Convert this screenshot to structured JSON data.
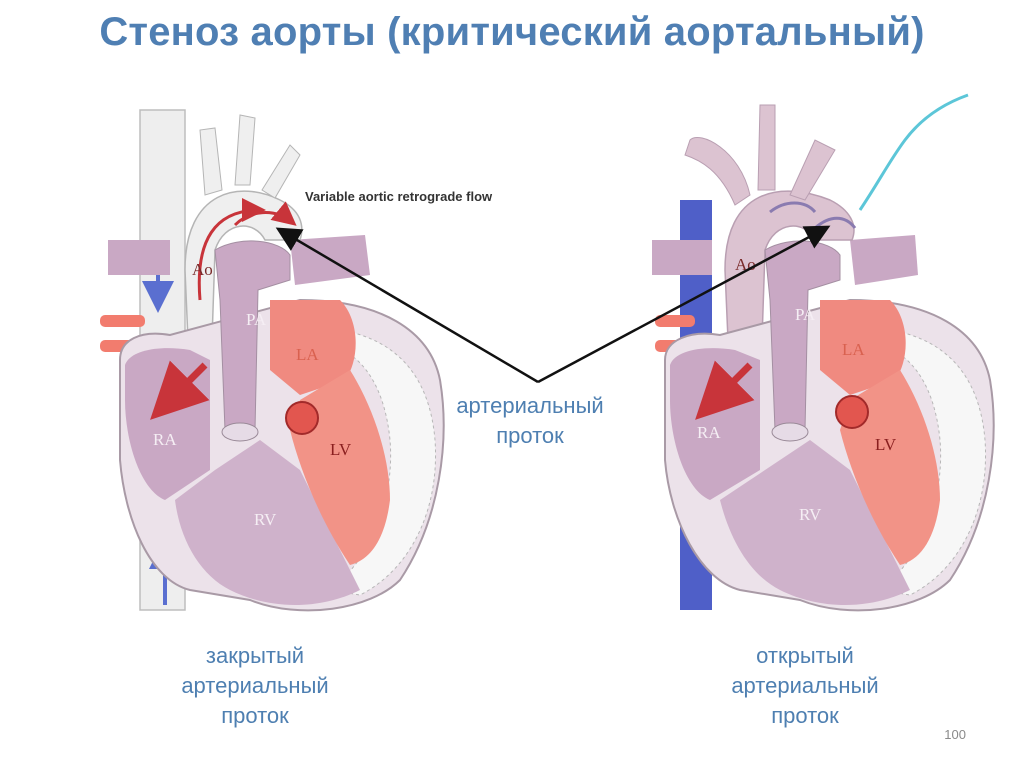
{
  "title": "Стеноз аорты (критический аортальный)",
  "annotation": "Variable aortic retrograde flow",
  "left_heart": {
    "labels": {
      "ao": "Ao",
      "pa": "PA",
      "la": "LA",
      "ra": "RA",
      "lv": "LV",
      "rv": "RV"
    }
  },
  "right_heart": {
    "labels": {
      "ao": "Ao",
      "pa": "PA",
      "la": "LA",
      "ra": "RA",
      "lv": "LV",
      "rv": "RV"
    }
  },
  "center_caption": {
    "line1": "артериальный",
    "line2": "проток"
  },
  "left_caption": {
    "line1": "закрытый",
    "line2": "артериальный",
    "line3": "проток"
  },
  "right_caption": {
    "line1": "открытый",
    "line2": "артериальный",
    "line3": "проток"
  },
  "page_number": "100",
  "colors": {
    "title": "#4f7fb3",
    "caption": "#4e7fb1",
    "chamber_right": "#c9a8c4",
    "chamber_left": "#f08a80",
    "vessel_pale": "#e6dbe6",
    "vein_blue": "#5a6fd0",
    "arrow_red": "#c8343a"
  }
}
